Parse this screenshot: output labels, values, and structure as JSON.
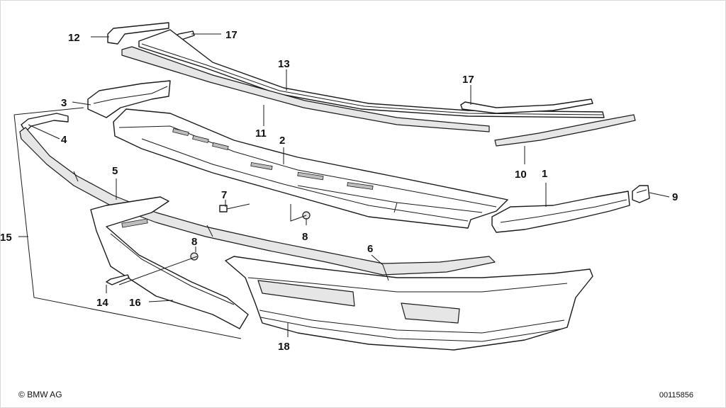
{
  "diagram": {
    "callouts": {
      "c1": "1",
      "c2": "2",
      "c3": "3",
      "c4": "4",
      "c5": "5",
      "c6": "6",
      "c7": "7",
      "c8a": "8",
      "c8b": "8",
      "c9": "9",
      "c10": "10",
      "c11": "11",
      "c12": "12",
      "c13": "13",
      "c14": "14",
      "c15": "15",
      "c16": "16",
      "c17a": "17",
      "c17b": "17",
      "c18": "18"
    },
    "copyright_symbol": "©",
    "copyright": "BMW AG",
    "drawing_number": "00115856",
    "colors": {
      "line": "#1a1a1a",
      "background": "#ffffff",
      "shade": "#e6e6e6"
    }
  }
}
